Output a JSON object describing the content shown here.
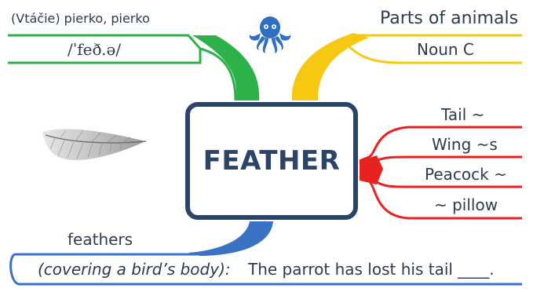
{
  "center": {
    "word": "FEATHER"
  },
  "translation": {
    "text": "(Vtáčie) pierko, pierko"
  },
  "pronunciation": {
    "text": "/ˈfeð.ə/"
  },
  "category": {
    "text": "Parts of animals"
  },
  "word_class": {
    "text": "Noun C"
  },
  "collocations": {
    "items": [
      "Tail ~",
      "Wing ~s",
      "Peacock ~",
      "~ pillow"
    ]
  },
  "plural": {
    "text": "feathers"
  },
  "example": {
    "definition": "(covering a bird’s body):",
    "sentence": "The parrot has lost his tail ____."
  },
  "colors": {
    "green": "#2db24a",
    "yellow": "#f6c811",
    "red": "#e8231f",
    "blue": "#3a72c4",
    "navy": "#2b4468",
    "octopus": "#2f6fc0"
  },
  "icons": [
    "octopus-logo",
    "feather-image"
  ]
}
